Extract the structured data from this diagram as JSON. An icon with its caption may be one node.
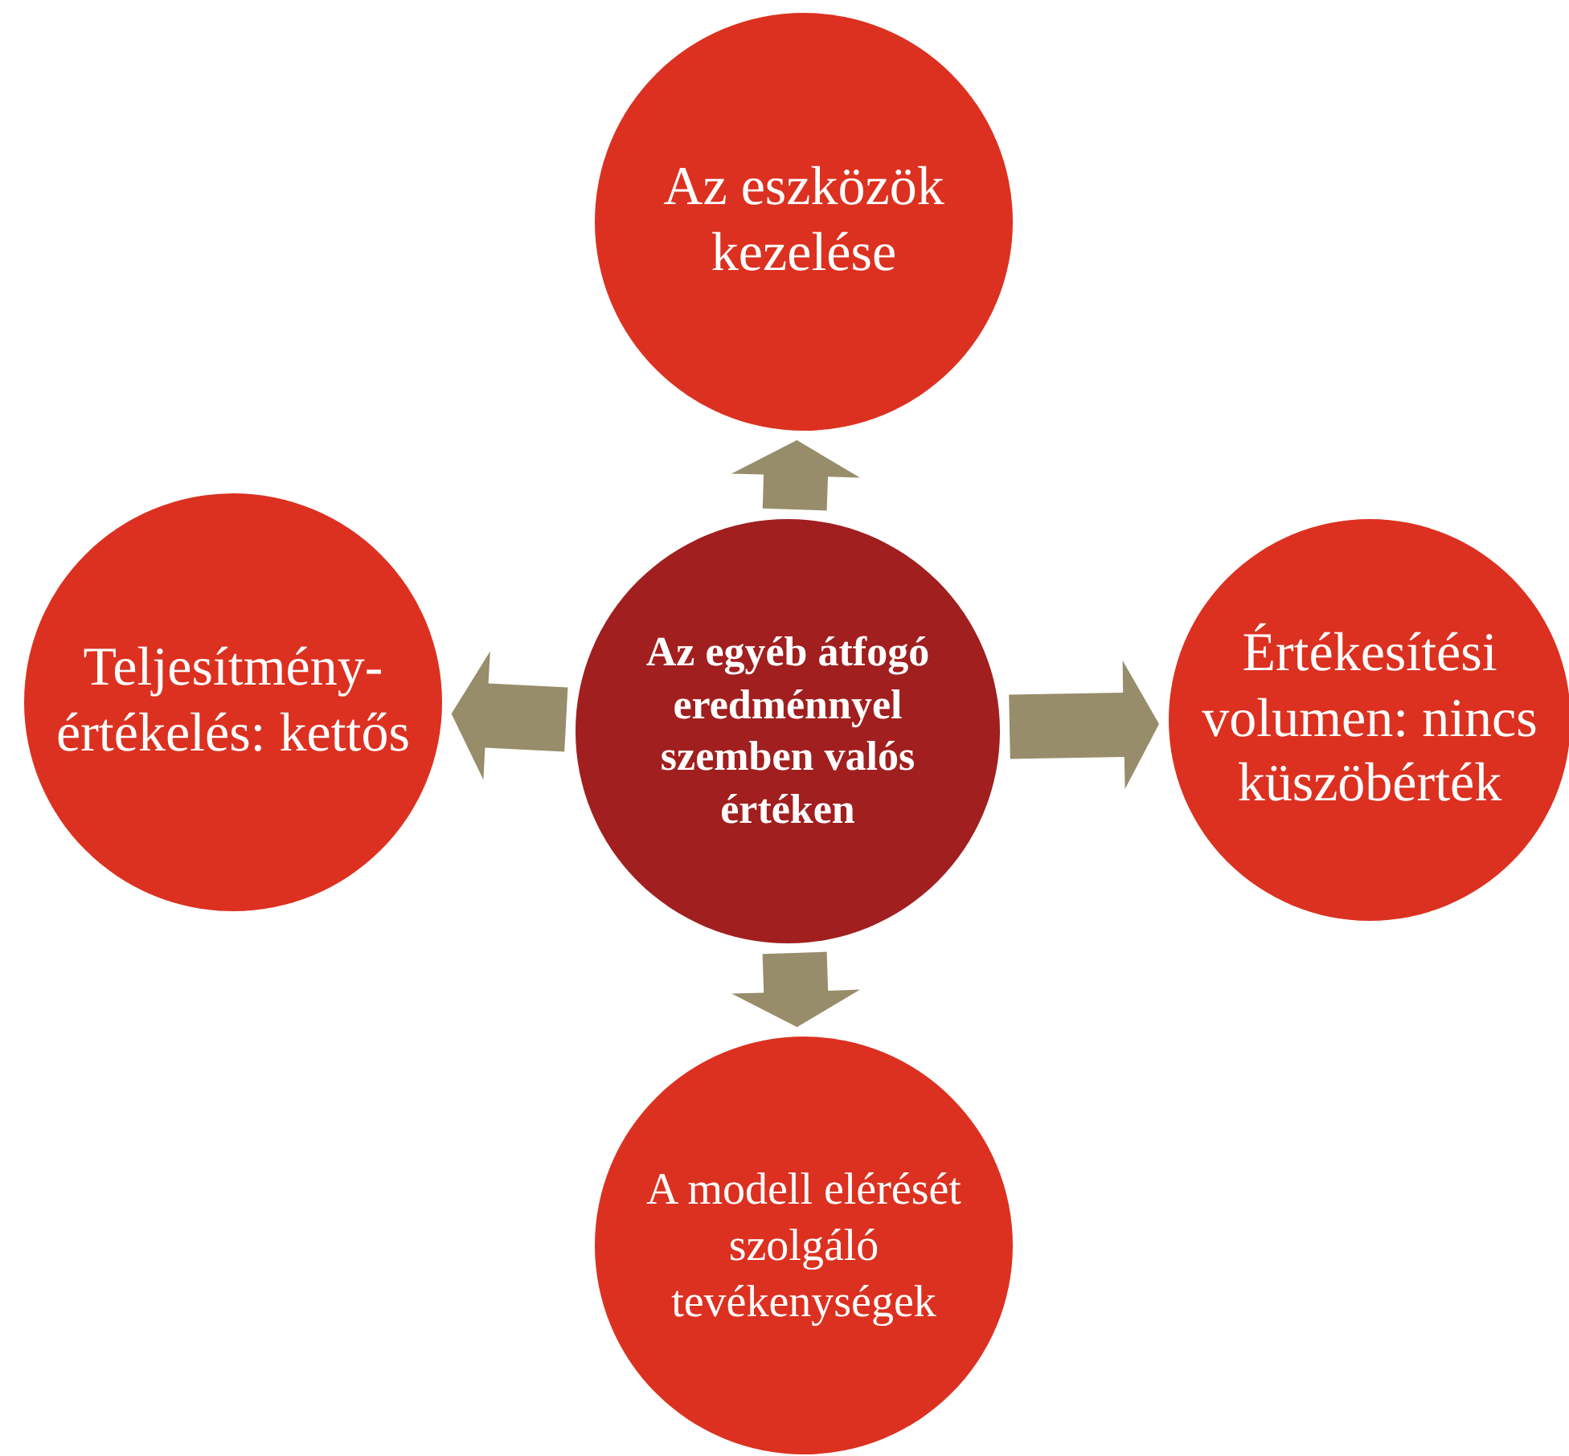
{
  "diagram": {
    "nodes": [
      {
        "text": [
          "Az eszközök kezelése"
        ]
      },
      {
        "text": [
          "Teljesítmény-értékelés: kettős"
        ]
      },
      {
        "text": [
          "Az egyéb átfogó eredménnyel szemben valós értéken"
        ]
      },
      {
        "text": [
          "Értékesítési volumen: nincs küszöbérték"
        ]
      },
      {
        "text": [
          "A modell elérését szolgáló tevékenységek"
        ]
      }
    ],
    "edges": [
      {
        "from": 2,
        "to": 0,
        "arrow": "to"
      },
      {
        "from": 2,
        "to": 1,
        "arrow": "to"
      },
      {
        "from": 2,
        "to": 3,
        "arrow": "to"
      },
      {
        "from": 2,
        "to": 4,
        "arrow": "to"
      }
    ]
  }
}
